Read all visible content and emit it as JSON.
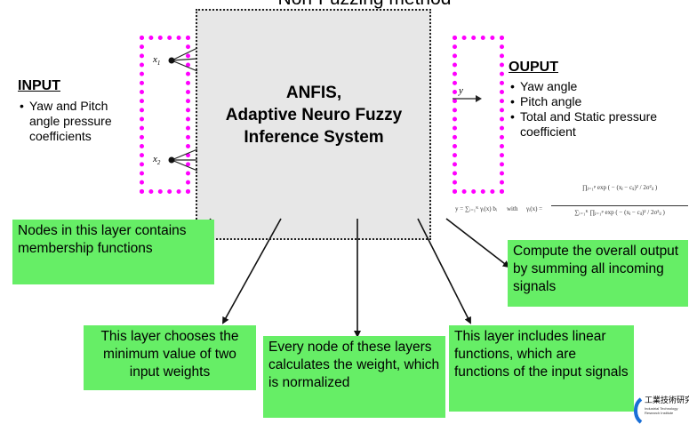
{
  "title": "Non-Fuzzing method",
  "center": {
    "line1": "ANFIS,",
    "line2": "Adaptive Neuro Fuzzy",
    "line3": "Inference System"
  },
  "input": {
    "heading": "INPUT",
    "items": [
      "Yaw and Pitch angle pressure coefficients"
    ],
    "x1": "x",
    "x2": "x",
    "sub1": "1",
    "sub2": "2"
  },
  "output": {
    "heading": "OUPUT",
    "items": [
      "Yaw angle",
      "Pitch angle",
      "Total and Static pressure coefficient"
    ],
    "y": "y"
  },
  "formula": {
    "lhs": "y = ∑ᵢ₌₁ᴷ γᵢ(x) bᵢ",
    "with": "with",
    "rhs": "γᵢ(x) =",
    "num": "∏ⱼ₌₁ᵖ exp ( − (xⱼ − cᵢⱼ)² / 2σ²ᵢⱼ )",
    "den": "∑ᵢ₌₁ᴷ ∏ⱼ₌₁ᵖ exp ( − (xⱼ − cᵢⱼ)² / 2σ²ᵢⱼ )"
  },
  "boxes": {
    "membership": "Nodes in this layer contains membership functions",
    "minimum": "This layer chooses the minimum value of two input weights",
    "weight": "Every node of these layers calculates the weight, which is normalized",
    "linear": "This layer includes linear functions, which are functions of the input signals",
    "overall": "Compute the overall output by summing all incoming signals"
  },
  "logo": {
    "jp": "工業技術研究院",
    "en1": "Industrial Technology",
    "en2": "Research Institute"
  },
  "colors": {
    "green": "#66ee66",
    "pink": "#ff00ff",
    "center": "#e7e7e7"
  }
}
